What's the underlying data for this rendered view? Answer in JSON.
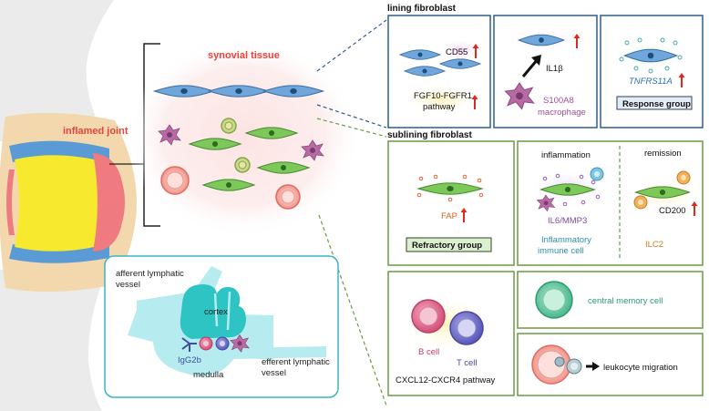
{
  "labels": {
    "inflamed_joint": "inflamed joint",
    "synovial_tissue": "synovial tissue",
    "lining_fibroblast": "lining fibroblast",
    "sublining_fibroblast": "sublining fibroblast",
    "cd55": "CD55",
    "fgf_pathway_line1": "FGF10-FGFR1",
    "fgf_pathway_line2": "pathway",
    "il1b": "IL1β",
    "s100a8_line1": "S100A8",
    "s100a8_line2": "macrophage",
    "tnfrs11a": "TNFRS11A",
    "response_group": "Response group",
    "fap": "FAP",
    "refractory_group": "Refractory group",
    "inflammation": "inflammation",
    "remission": "remission",
    "il6_mmp3": "IL6/MMP3",
    "inflammatory_line1": "Inflammatory",
    "inflammatory_line2": "immune cell",
    "cd200": "CD200",
    "ilc2": "ILC2",
    "b_cell": "B cell",
    "t_cell": "T cell",
    "cxcl12_pathway": "CXCL12-CXCR4 pathway",
    "central_memory_cell": "central memory cell",
    "leukocyte_migration": "leukocyte migration",
    "afferent_line1": "afferent lymphatic",
    "afferent_line2": "vessel",
    "cortex": "cortex",
    "igg2b": "IgG2b",
    "medulla": "medulla",
    "efferent_line1": "efferent lymphatic",
    "efferent_line2": "vessel"
  },
  "colors": {
    "green_border": "#6b9a45",
    "blue_border": "#2f5f8f",
    "lymph_border": "#3ab5c0",
    "fibroblast_blue": "#5b9bd5",
    "fibroblast_green": "#6fbf4f",
    "up_arrow": "#e0281e",
    "title_red": "#e8433c"
  }
}
